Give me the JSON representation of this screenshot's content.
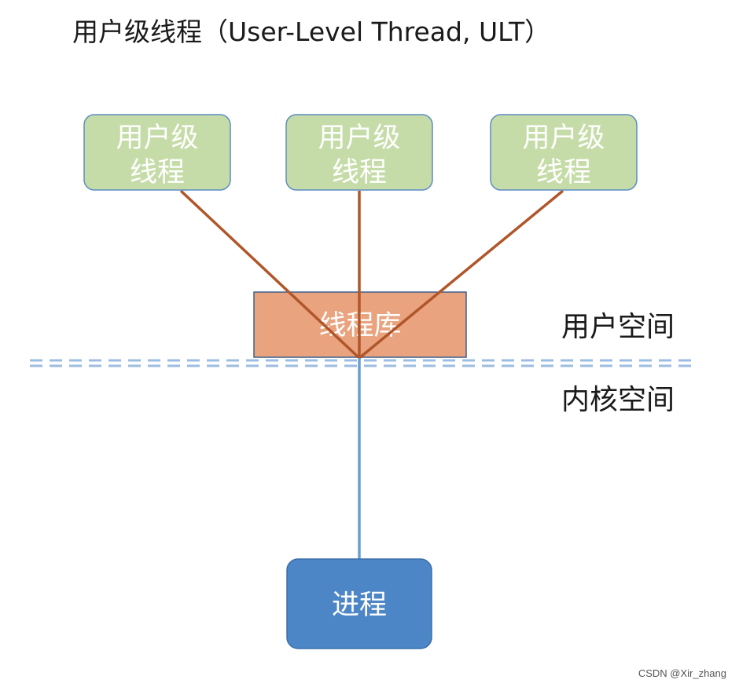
{
  "title": "用户级线程（User-Level Thread, ULT）",
  "user_threads": [
    {
      "line1": "用户级",
      "line2": "线程"
    },
    {
      "line1": "用户级",
      "line2": "线程"
    },
    {
      "line1": "用户级",
      "line2": "线程"
    }
  ],
  "library": {
    "label": "线程库"
  },
  "process": {
    "label": "进程"
  },
  "labels": {
    "user_space": "用户空间",
    "kernel_space": "内核空间"
  },
  "watermark": "CSDN @Xir_zhang",
  "colors": {
    "thread_fill": "#c6dca8",
    "thread_border": "#5b8cc4",
    "library_fill": "#e9a47f",
    "library_border": "#3f5f8a",
    "process_fill": "#4d86c6",
    "connector": "#b0562a",
    "kernel_line": "#6a9ecf",
    "divider": "#9cbde0"
  }
}
